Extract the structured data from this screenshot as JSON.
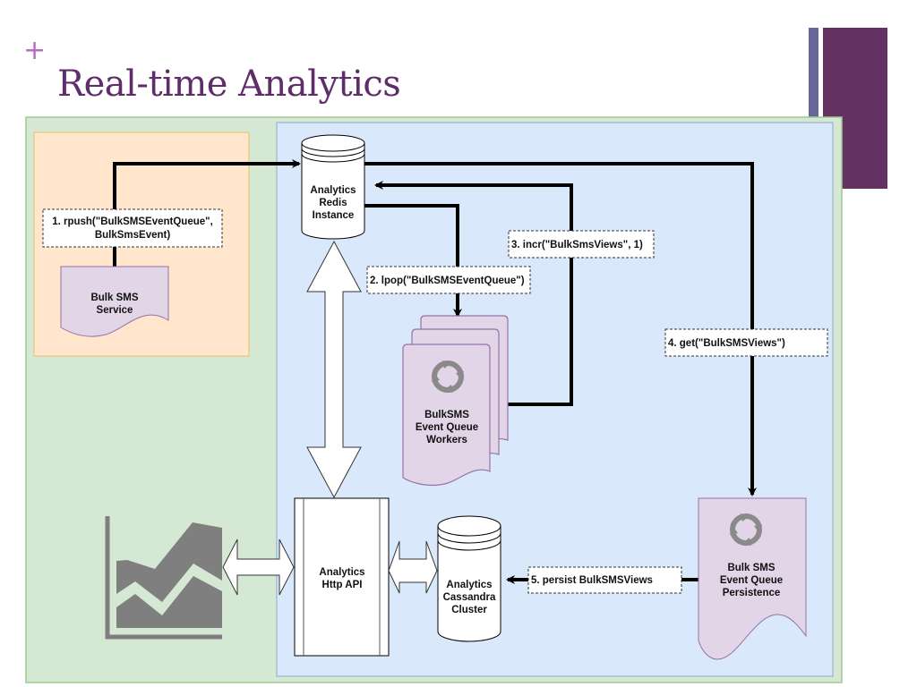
{
  "slide": {
    "title": "Real-time Analytics",
    "bullet_symbol": "+"
  },
  "colors": {
    "title": "#5e2d6a",
    "plus": "#b66fc0",
    "accent_bar_thin": "#67659a",
    "accent_bar_thick": "#633262",
    "outer_container": "#d5e8d4",
    "inner_container": "#dae8fc",
    "service_container": "#ffe6cc",
    "document_shape": "#e1d5e7"
  },
  "nodes": {
    "bulk_sms_service": {
      "label_lines": [
        "Bulk SMS",
        "Service"
      ]
    },
    "redis": {
      "label_lines": [
        "Analytics",
        "Redis",
        "Instance"
      ]
    },
    "workers": {
      "label_lines": [
        "BulkSMS",
        "Event Queue",
        "Workers"
      ]
    },
    "persistence": {
      "label_lines": [
        "Bulk SMS",
        "Event Queue",
        "Persistence"
      ]
    },
    "http_api": {
      "label_lines": [
        "Analytics",
        "Http API"
      ]
    },
    "cassandra": {
      "label_lines": [
        "Analytics",
        "Cassandra",
        "Cluster"
      ]
    },
    "dashboard_icon": {
      "icon": "area-chart-icon"
    },
    "refresh_icon": {
      "icon": "cycle-arrows-icon"
    }
  },
  "edges": [
    {
      "step": 1,
      "label_lines": [
        "1. rpush(\"BulkSMSEventQueue\",",
        "BulkSmsEvent)"
      ],
      "from": "Bulk SMS Service",
      "to": "Analytics Redis Instance"
    },
    {
      "step": 2,
      "label_lines": [
        "2. lpop(\"BulkSMSEventQueue\")"
      ],
      "from": "Analytics Redis Instance",
      "to": "BulkSMS Event Queue Workers"
    },
    {
      "step": 3,
      "label_lines": [
        "3. incr(\"BulkSmsViews\", 1)"
      ],
      "from": "BulkSMS Event Queue Workers",
      "to": "Analytics Redis Instance"
    },
    {
      "step": 4,
      "label_lines": [
        "4. get(\"BulkSMSViews\")"
      ],
      "from": "Analytics Redis Instance",
      "to": "Bulk SMS Event Queue Persistence"
    },
    {
      "step": 5,
      "label_lines": [
        "5. persist BulkSMSViews"
      ],
      "from": "Bulk SMS Event Queue Persistence",
      "to": "Analytics Cassandra Cluster"
    }
  ]
}
